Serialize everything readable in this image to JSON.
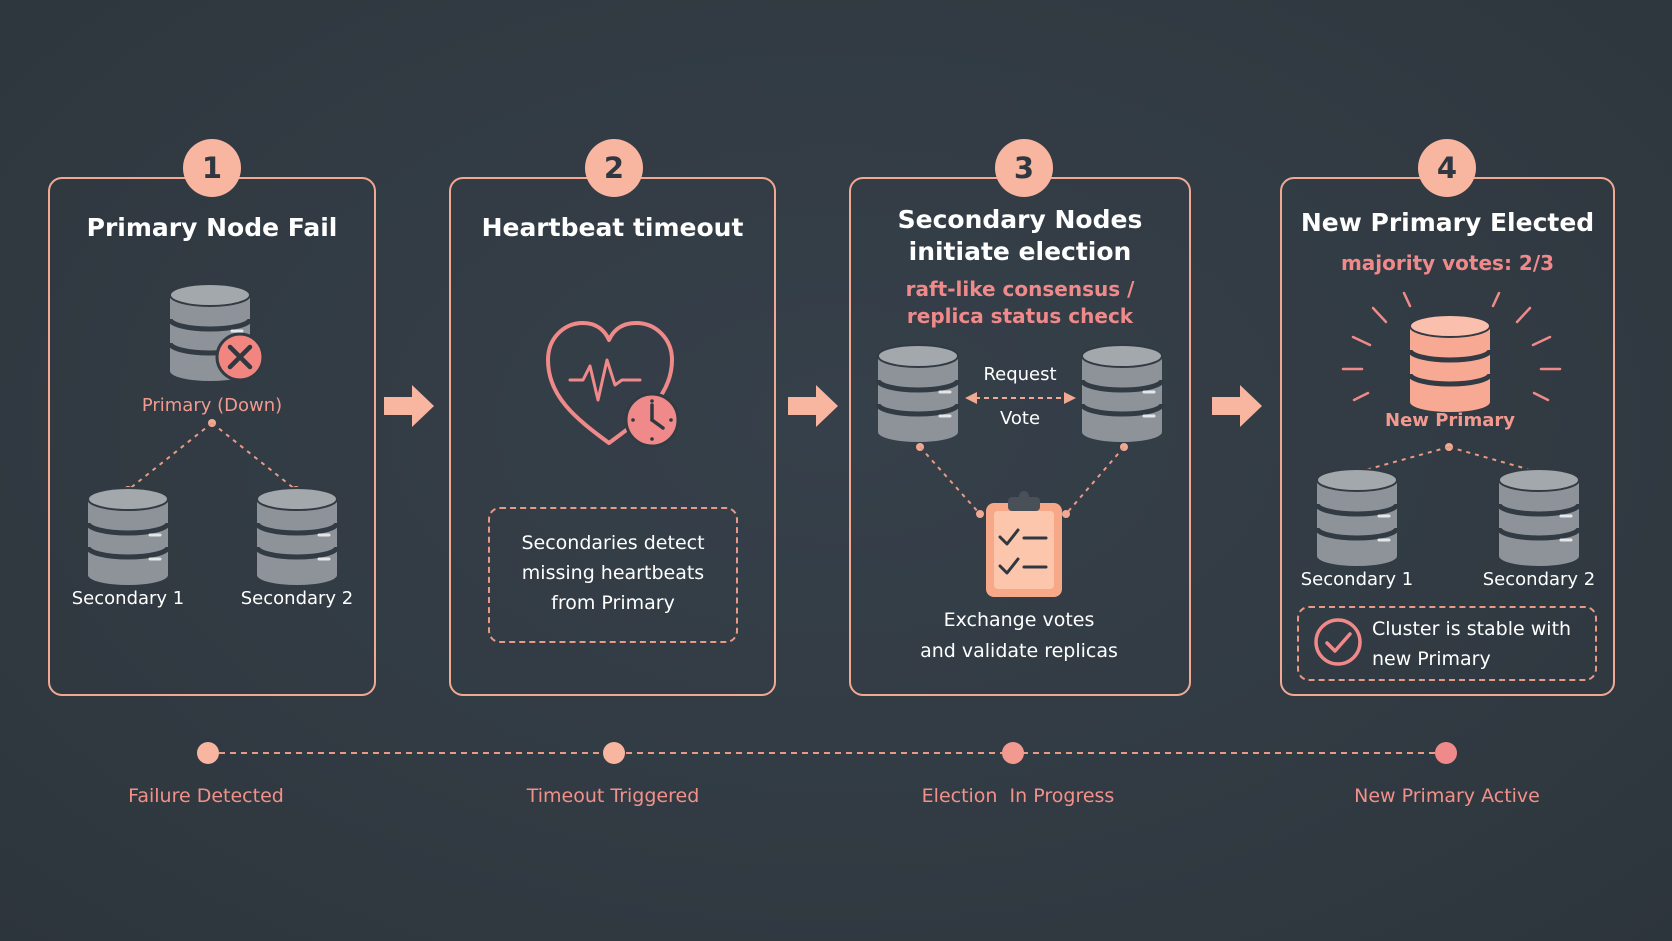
{
  "steps": [
    {
      "number": "1",
      "title": "Primary Node Fail",
      "primary_label": "Primary (Down)",
      "secondary_1": "Secondary 1",
      "secondary_2": "Secondary 2"
    },
    {
      "number": "2",
      "title": "Heartbeat timeout",
      "note_line_1": "Secondaries detect",
      "note_line_2": "missing heartbeats",
      "note_line_3": "from Primary"
    },
    {
      "number": "3",
      "title_line_1": "Secondary Nodes",
      "title_line_2": "initiate election",
      "subtitle_line_1": "raft-like consensus /",
      "subtitle_line_2": "replica status check",
      "request_label": "Request",
      "vote_label": "Vote",
      "caption_line_1": "Exchange votes",
      "caption_line_2": "and validate replicas"
    },
    {
      "number": "4",
      "title": "New Primary Elected",
      "subtitle": "majority votes: 2/3",
      "primary_label": "New Primary",
      "secondary_1": "Secondary 1",
      "secondary_2": "Secondary 2",
      "status_line_1": "Cluster is stable with",
      "status_line_2": "new Primary"
    }
  ],
  "timeline": [
    "Failure Detected",
    "Timeout Triggered",
    "Election  In Progress",
    "New Primary Active"
  ],
  "colors": {
    "background": "#323b43",
    "accent": "#f8b59f",
    "accent_text": "#f08a8a",
    "database": "#8d9398"
  },
  "icons": [
    "database-icon",
    "error-x-icon",
    "heart-pulse-icon",
    "clock-icon",
    "clipboard-checklist-icon",
    "check-circle-icon",
    "arrow-right-icon"
  ]
}
